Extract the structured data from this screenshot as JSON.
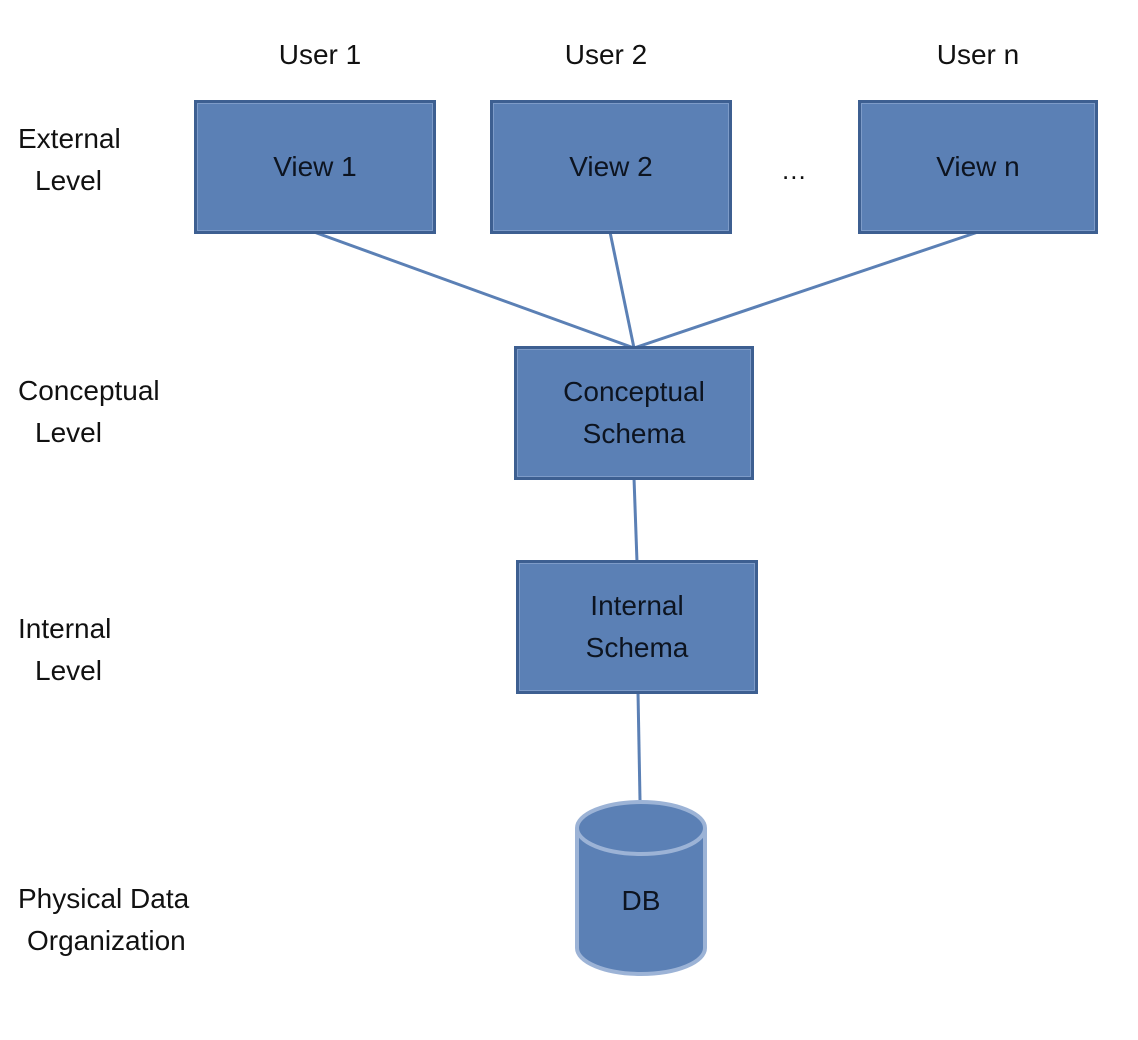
{
  "levels": {
    "external": [
      "External",
      "Level"
    ],
    "conceptual": [
      "Conceptual",
      "Level"
    ],
    "internal": [
      "Internal",
      "Level"
    ],
    "physical": [
      "Physical Data",
      "Organization"
    ]
  },
  "users": [
    "User 1",
    "User 2",
    "User n"
  ],
  "views": [
    "View 1",
    "View 2",
    "View n"
  ],
  "ellipsis": "...",
  "conceptual_schema": [
    "Conceptual",
    "Schema"
  ],
  "internal_schema": [
    "Internal",
    "Schema"
  ],
  "database": "DB",
  "colors": {
    "box_fill": "#5b80b5",
    "box_border": "#3d5f91",
    "connector": "#5b80b5"
  }
}
